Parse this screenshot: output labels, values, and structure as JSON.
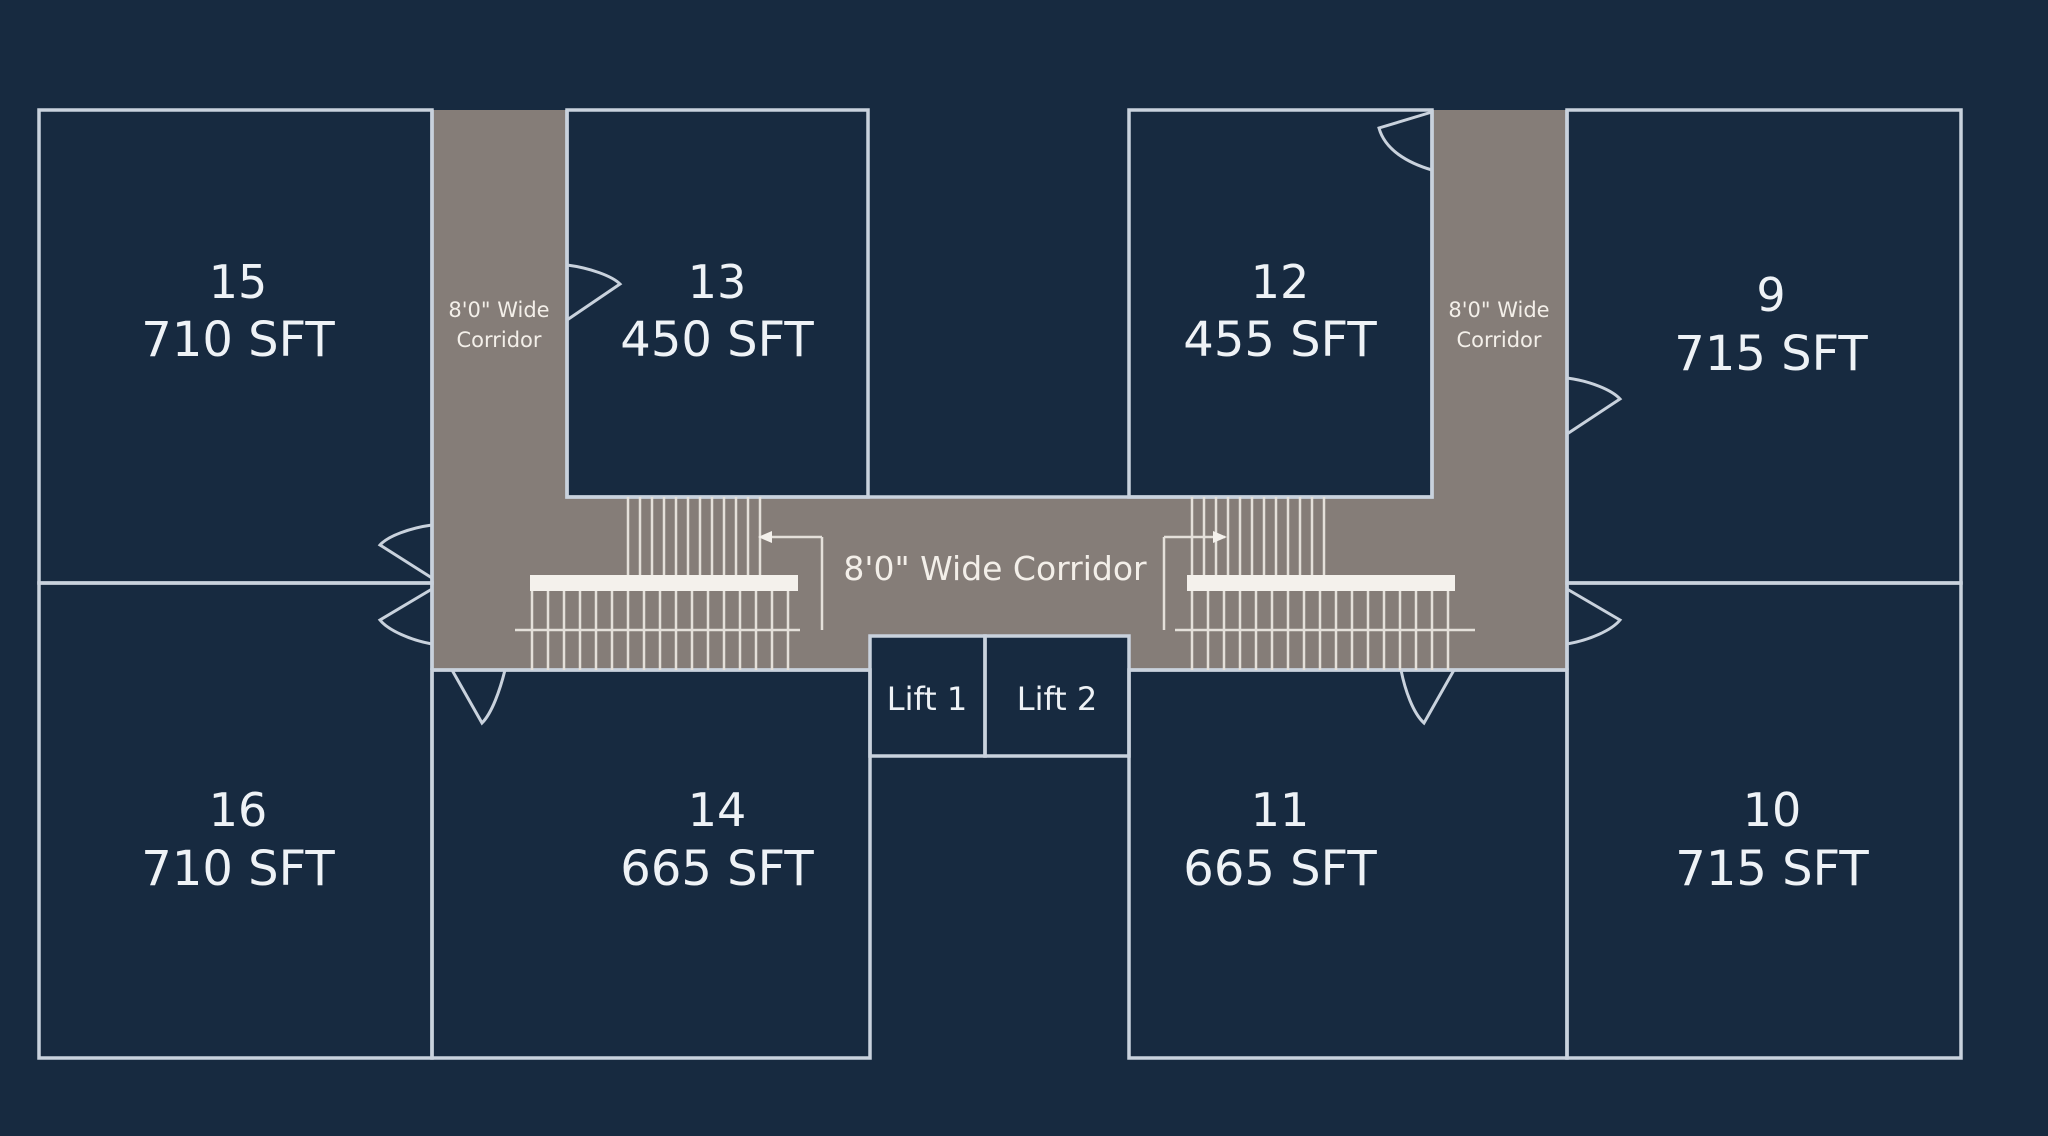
{
  "units": [
    {
      "id": "unit-15",
      "number": "15",
      "area": "710 SFT"
    },
    {
      "id": "unit-13",
      "number": "13",
      "area": "450 SFT"
    },
    {
      "id": "unit-12",
      "number": "12",
      "area": "455 SFT"
    },
    {
      "id": "unit-9",
      "number": "9",
      "area": "715 SFT"
    },
    {
      "id": "unit-16",
      "number": "16",
      "area": "710 SFT"
    },
    {
      "id": "unit-14",
      "number": "14",
      "area": "665 SFT"
    },
    {
      "id": "unit-11",
      "number": "11",
      "area": "665 SFT"
    },
    {
      "id": "unit-10",
      "number": "10",
      "area": "715 SFT"
    }
  ],
  "corridors": {
    "left_line1": "8'0\" Wide",
    "left_line2": "Corridor",
    "right_line1": "8'0\" Wide",
    "right_line2": "Corridor",
    "main": "8'0\" Wide Corridor"
  },
  "lifts": [
    "Lift 1",
    "Lift 2"
  ],
  "colors": {
    "background": "#172a40",
    "unit_fill": "#1f3145",
    "corridor_fill": "#857d78",
    "wall": "#c9d2dd"
  }
}
